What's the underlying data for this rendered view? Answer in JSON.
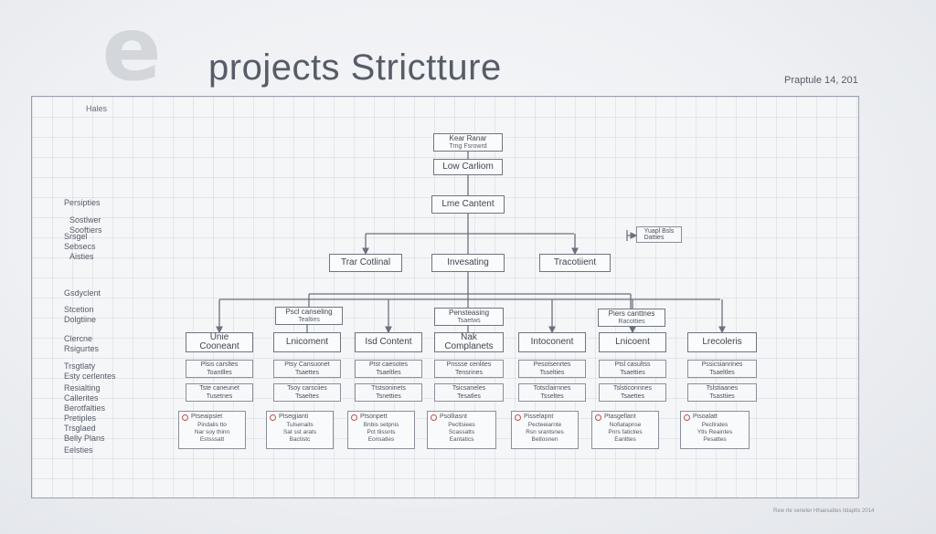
{
  "header": {
    "logo_text": "e",
    "title": "projects Strictture",
    "page_label": "Praptule 14, 201"
  },
  "sheet": {
    "label": "Hales"
  },
  "side_labels": [
    "Persipties",
    "Sostlwer\nSooftiers",
    "Srsgel\nSebsecs",
    "Aisties",
    "Gsdyclent",
    "Stcetion\nDolgtiine",
    "Clercne\nRsigurtes",
    "Trsgtlaty\nEsty cerlentes",
    "Resialting\nCallerites",
    "Berotfalties\nPretiples",
    "Trsglaed\nBelly Plans",
    "Eelsties"
  ],
  "tree": {
    "root": {
      "line1": "Kear Ranar",
      "line2": "Trng Fsrowrd"
    },
    "level1": "Low Carliom",
    "level2": "Lme Cantent",
    "side_note": "Yuapl Bsls\nDatties",
    "level3": [
      "Trar Cotlinal",
      "Invesating",
      "Tracotiient"
    ],
    "branch_headers": [
      {
        "line1": "Pscl canseling",
        "line2": "Tealties"
      },
      {
        "line1": "Pensteasing",
        "line2": "Tsaetws"
      },
      {
        "line1": "Piers canttnes",
        "line2": "Racotties"
      }
    ],
    "columns": [
      {
        "title": "Unie Cooneant",
        "d1": [
          "Plsis carsltes",
          "Toantlles"
        ],
        "d2": [
          "Tste caneunet",
          "Tusetnes"
        ],
        "card": {
          "head": "Ptseaipsiet",
          "lines": [
            "Pindalis tto",
            "Nar soy thinn",
            "Estsssatt"
          ]
        }
      },
      {
        "title": "Lnicoment",
        "d1": [
          "Ptsy Cansuonet",
          "Tsaettes"
        ],
        "d2": [
          "Tsoy carsciies",
          "Tsaeltes"
        ],
        "card": {
          "head": "Ptsegjianti",
          "lines": [
            "Tulsenaits",
            "Sat sst arats",
            "Bactistc"
          ]
        }
      },
      {
        "title": "Isd Content",
        "d1": [
          "Ptst caesotes",
          "Tsaeltles"
        ],
        "d2": [
          "Ttstsoninets",
          "Tsnetties"
        ],
        "card": {
          "head": "Ptsonpett",
          "lines": [
            "Bnbis setpnis",
            "Pct tlissnts",
            "Eonsatles"
          ]
        }
      },
      {
        "title": "Nak Complanets",
        "d1": [
          "Pnssse cenlites",
          "Tensrines"
        ],
        "d2": [
          "Tsicsaneles",
          "Tesatles"
        ],
        "card": {
          "head": "Psolliasnt",
          "lines": [
            "Pecltsiees",
            "Scassatts",
            "Eantatics"
          ]
        }
      },
      {
        "title": "Intoconent",
        "d1": [
          "Pesotsenrtes",
          "Tsselties"
        ],
        "d2": [
          "Totsclairnnes",
          "Tsseltes"
        ],
        "card": {
          "head": "Pisselapnt",
          "lines": [
            "Pecteeiarnte",
            "Rsn srantsnes",
            "Betlosnen"
          ]
        }
      },
      {
        "title": "Lnicoent",
        "d1": [
          "Ptsl casultss",
          "Tsaetties"
        ],
        "d2": [
          "Tslsticonnnes",
          "Tsaettes"
        ],
        "card": {
          "head": "Ptasgellant",
          "lines": [
            "Nofiatapnse",
            "Pnrs faticties",
            "Eanlttes"
          ]
        }
      },
      {
        "title": "Lrecoleris",
        "d1": [
          "Pssicsianrines",
          "Tsaeltles"
        ],
        "d2": [
          "Tslstiaanes",
          "Tsastties"
        ],
        "card": {
          "head": "Pisoalatt",
          "lines": [
            "Pecllrates",
            "Ytls Reaintes",
            "Pesattes"
          ]
        }
      }
    ]
  },
  "footer": "Rew rte seneter Hhaesattes itdaptts 2014"
}
